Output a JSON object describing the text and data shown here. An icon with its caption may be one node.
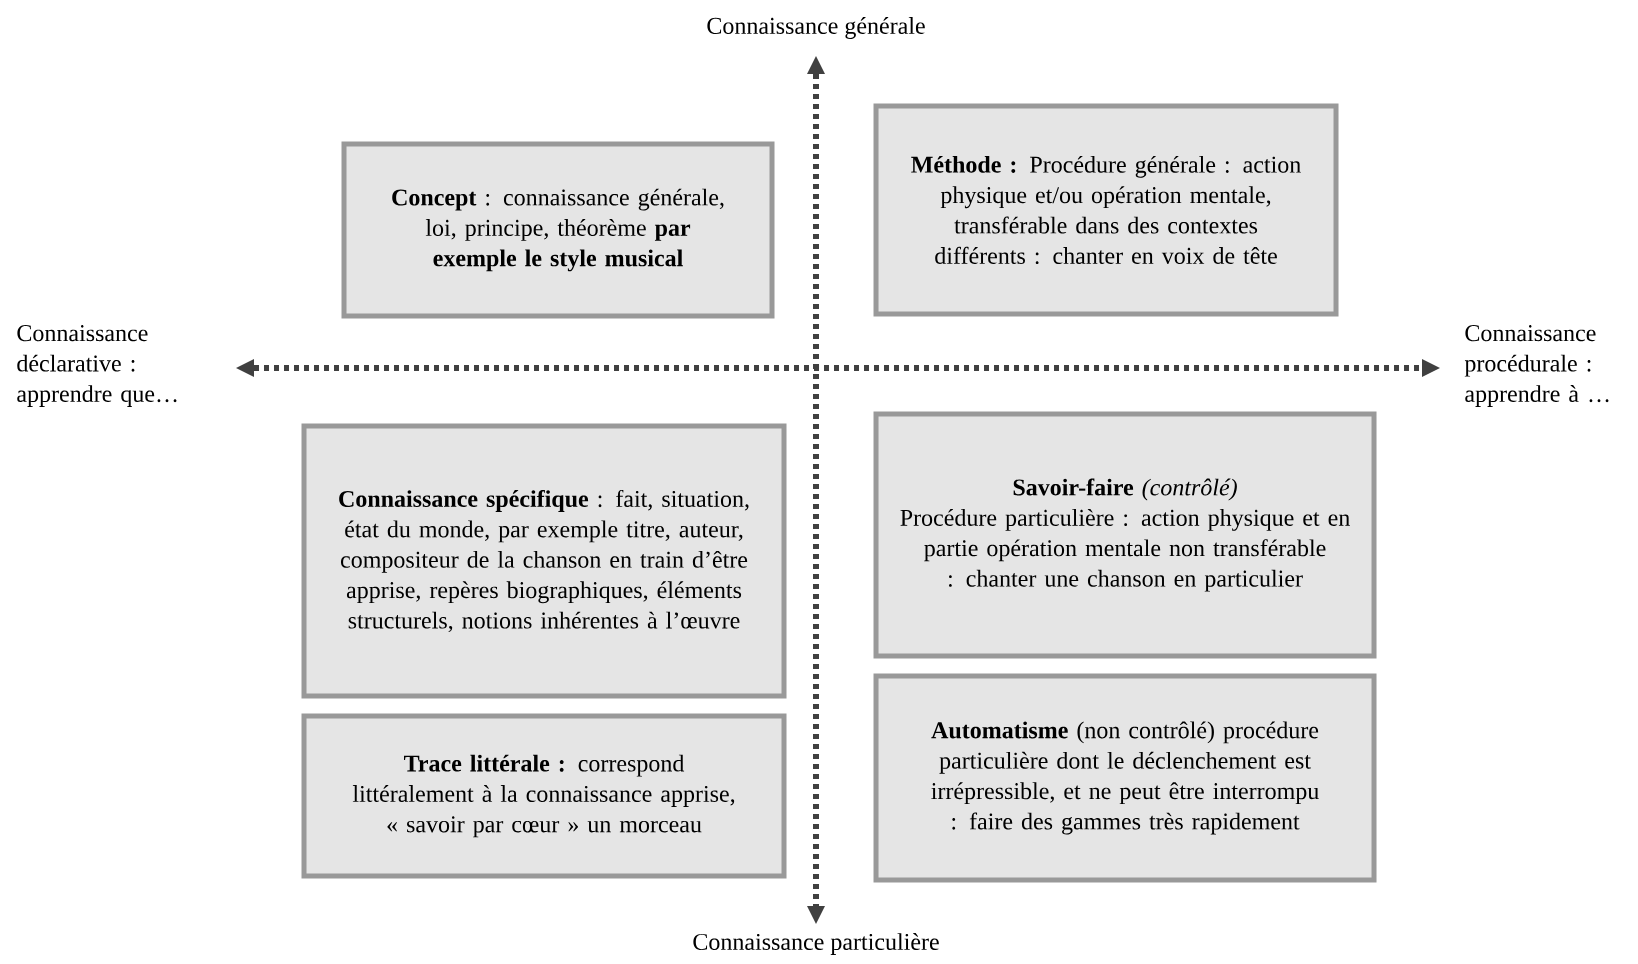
{
  "diagram": {
    "nodes": [
      {
        "text": [
          "**Concept** : connaissance générale, loi, principe, théorème **par exemple le style musical**"
        ]
      },
      {
        "text": [
          "**Méthode :** Procédure générale : action physique et/ou opération mentale, transférable dans des contextes différents : chanter en voix de tête"
        ]
      },
      {
        "text": [
          "**Connaissance spécifique** : fait, situation, état du monde, par exemple titre, auteur, compositeur de la chanson en train d’être apprise, repères biographiques, éléments structurels, notions inhérentes à l’œuvre"
        ]
      },
      {
        "text": [
          "**Savoir-faire** *(contrôlé)*",
          "Procédure particulière : action physique et en partie opération mentale non transférable : chanter une chanson en particulier"
        ]
      },
      {
        "text": [
          "**Trace littérale :** correspond littéralement à la connaissance apprise, « savoir par cœur » un morceau"
        ]
      },
      {
        "text": [
          "**Automatisme** (non contrôlé) procédure particulière dont le déclenchement est irrépressible, et ne peut être interrompu : faire des gammes très rapidement"
        ]
      }
    ],
    "labels": [
      "Connaissance générale",
      "Connaissance déclarative : apprendre que…",
      "Connaissance procédurale : apprendre à …",
      "Connaissance particulière"
    ]
  }
}
